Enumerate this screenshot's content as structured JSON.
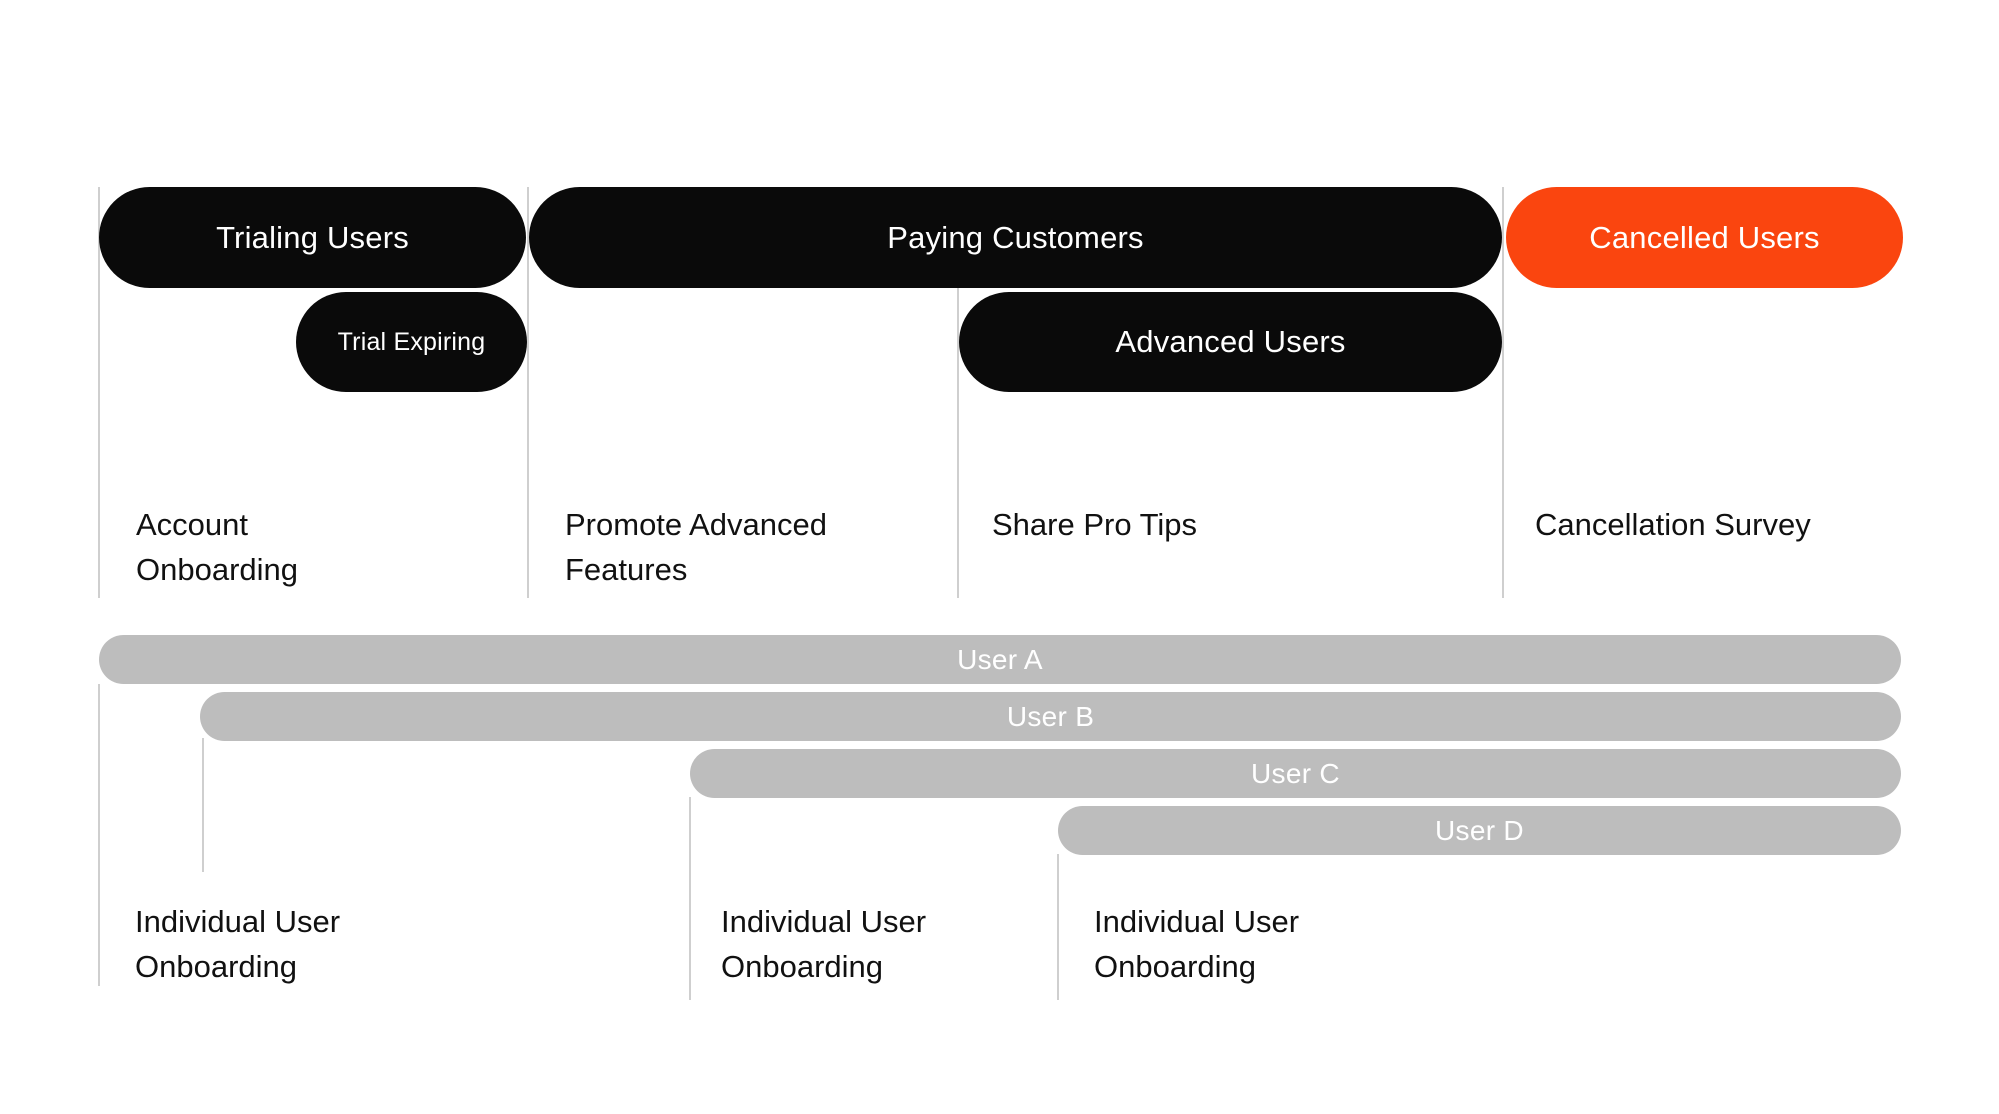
{
  "colors": {
    "pill_black": "#0a0a0a",
    "pill_orange": "#fa450f",
    "bar_gray": "#bdbdbd",
    "line_gray": "#cfcfcf",
    "text_dark": "#111111",
    "text_light": "#ffffff"
  },
  "segments": {
    "trialing": {
      "label": "Trialing Users"
    },
    "paying": {
      "label": "Paying Customers"
    },
    "cancelled": {
      "label": "Cancelled Users"
    },
    "trial_expiring": {
      "label": "Trial Expiring"
    },
    "advanced": {
      "label": "Advanced Users"
    }
  },
  "playbooks": {
    "account_onboarding": {
      "line1": "Account",
      "line2": "Onboarding"
    },
    "promote_advanced": {
      "line1": "Promote Advanced",
      "line2": "Features"
    },
    "share_pro_tips": {
      "label": "Share Pro Tips"
    },
    "cancellation_survey": {
      "label": "Cancellation Survey"
    },
    "individual_onboarding": {
      "line1": "Individual User",
      "line2": "Onboarding"
    }
  },
  "users": [
    {
      "label": "User A"
    },
    {
      "label": "User B"
    },
    {
      "label": "User C"
    },
    {
      "label": "User D"
    }
  ]
}
